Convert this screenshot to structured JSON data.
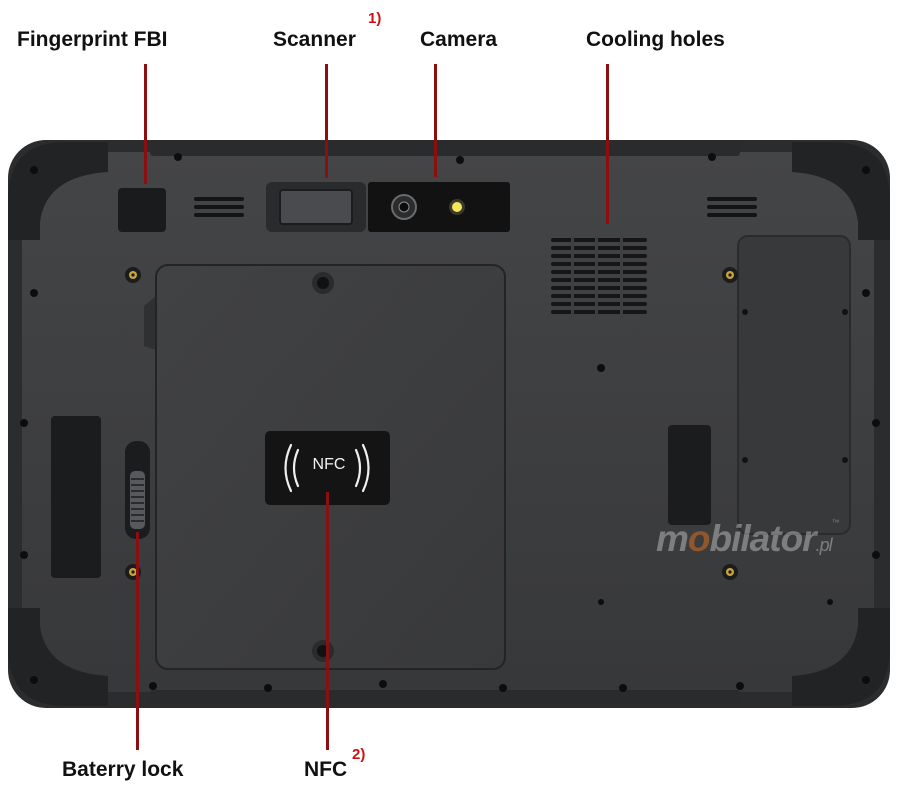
{
  "labels": {
    "fingerprint": "Fingerprint FBI",
    "scanner": "Scanner",
    "scanner_note": "1)",
    "camera": "Camera",
    "cooling_holes": "Cooling holes",
    "battery_lock": "Baterry lock",
    "nfc": "NFC",
    "nfc_note": "2)"
  },
  "device": {
    "nfc_badge_text": "NFC"
  },
  "watermark": {
    "name_start": "m",
    "name_o": "o",
    "name_rest": "bilator",
    "tld": ".pl",
    "tm": "™"
  },
  "colors": {
    "callout_line": "#8b0f10",
    "note_red": "#d01010",
    "label_text": "#111111",
    "body_dark": "#3b3c3e",
    "bumper": "#262729"
  }
}
